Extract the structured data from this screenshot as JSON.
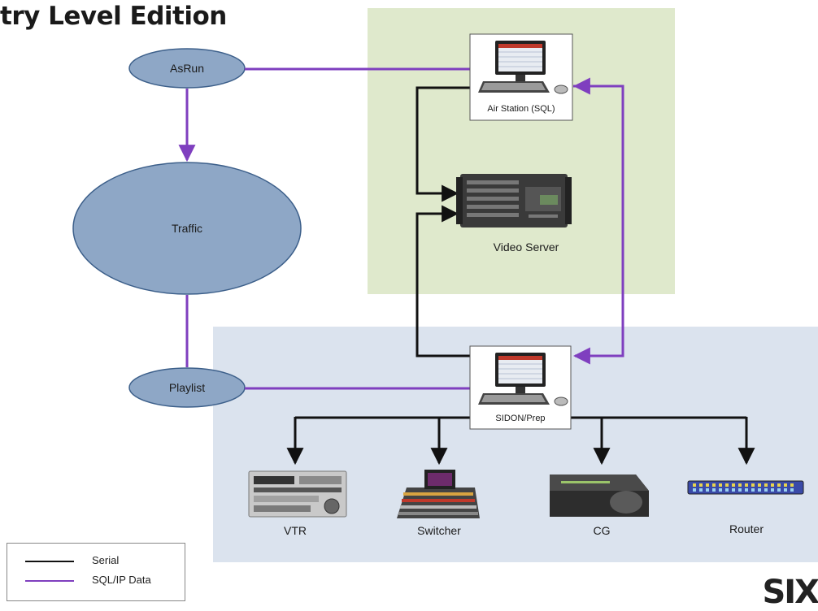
{
  "title": "try Level Edition",
  "nodes": {
    "asrun": "AsRun",
    "traffic": "Traffic",
    "playlist": "Playlist",
    "air_station": "Air Station (SQL)",
    "video_server": "Video Server",
    "sidon": "SIDON/Prep",
    "vtr": "VTR",
    "switcher": "Switcher",
    "cg": "CG",
    "router": "Router"
  },
  "legend": {
    "serial": "Serial",
    "sql_ip": "SQL/IP Data"
  },
  "colors": {
    "ellipse_fill": "#8ea7c6",
    "ellipse_stroke": "#3c5f8a",
    "serial": "#111111",
    "sql_ip": "#7f3fbf",
    "zone_air": "#dfe9cc",
    "zone_prep": "#dbe3ee"
  },
  "corner_text": "SIX"
}
